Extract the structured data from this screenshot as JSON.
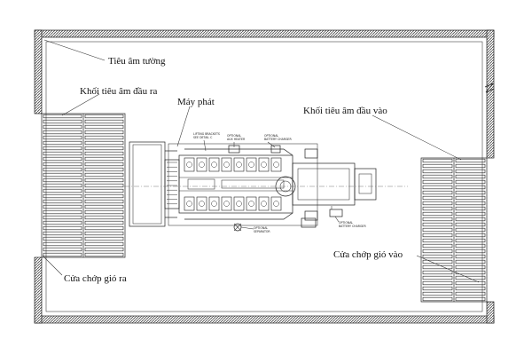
{
  "labels": {
    "wall_silencer": "Tiêu âm tường",
    "outlet_silencer": "Khối tiêu âm đầu ra",
    "generator": "Máy phát",
    "inlet_silencer": "Khối tiêu âm đầu vào",
    "inlet_louver": "Cửa chớp gió vào",
    "outlet_louver": "Cửa chớp gió ra"
  },
  "notes": {
    "lifting_brackets_1": "LIFTING BRACKETS",
    "lifting_brackets_2": "SEE DETAIL C",
    "aux_heater_1": "OPTIONAL",
    "aux_heater_2": "AUX HEATER",
    "battery_charger_top_1": "OPTIONAL",
    "battery_charger_top_2": "BATTERY CHARGER",
    "separator_1": "OPTIONAL",
    "separator_2": "SEPARATOR",
    "battery_charger_bottom_1": "OPTIONAL",
    "battery_charger_bottom_2": "BATTERY CHARGER"
  },
  "colors": {
    "line": "#222222",
    "wall_fill": "#555555",
    "background": "#ffffff"
  }
}
